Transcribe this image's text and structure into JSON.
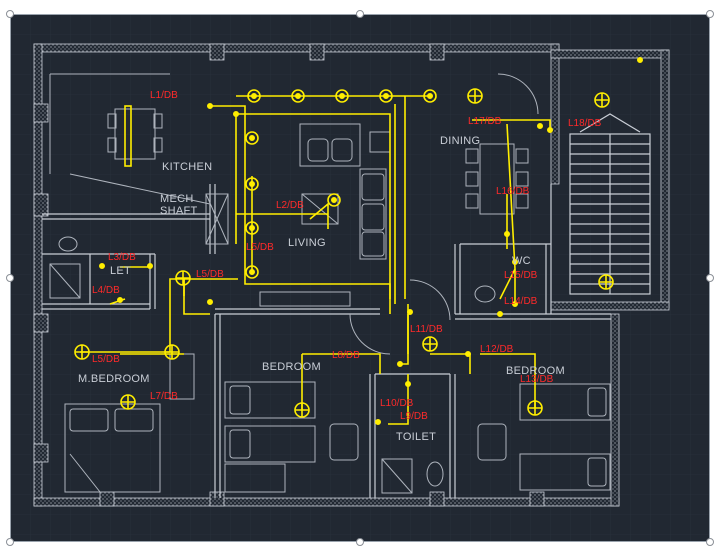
{
  "rooms": {
    "kitchen": "KITCHEN",
    "mech_shaft_1": "MECH",
    "mech_shaft_2": "SHAFT",
    "living": "LIVING",
    "dining": "DINING",
    "toilet_left": "LET",
    "master_bedroom": "M.BEDROOM",
    "bedroom_mid": "BEDROOM",
    "bedroom_right": "BEDROOM",
    "toilet_mid": "TOILET",
    "wc": "WC"
  },
  "labels": {
    "l1": "L1/DB",
    "l2": "L2/DB",
    "l3": "L3/DB",
    "l4": "L4/DB",
    "l5a": "L5/DB",
    "l5b": "L5/DB",
    "l5c": "L5/DB",
    "l7": "L7/DB",
    "l8": "L8/DB",
    "l9": "L9/DB",
    "l10": "L10/DB",
    "l11": "L11/DB",
    "l12": "L12/DB",
    "l13": "L13/DB",
    "l14": "L14/DB",
    "l15": "L15/DB",
    "l16": "L16/DB",
    "l17": "L17/DB",
    "l18": "L18/DB"
  },
  "colors": {
    "background": "#212832",
    "walls": "#c9ced6",
    "lighting": "#ffee00",
    "labels": "#ff2a2a"
  }
}
